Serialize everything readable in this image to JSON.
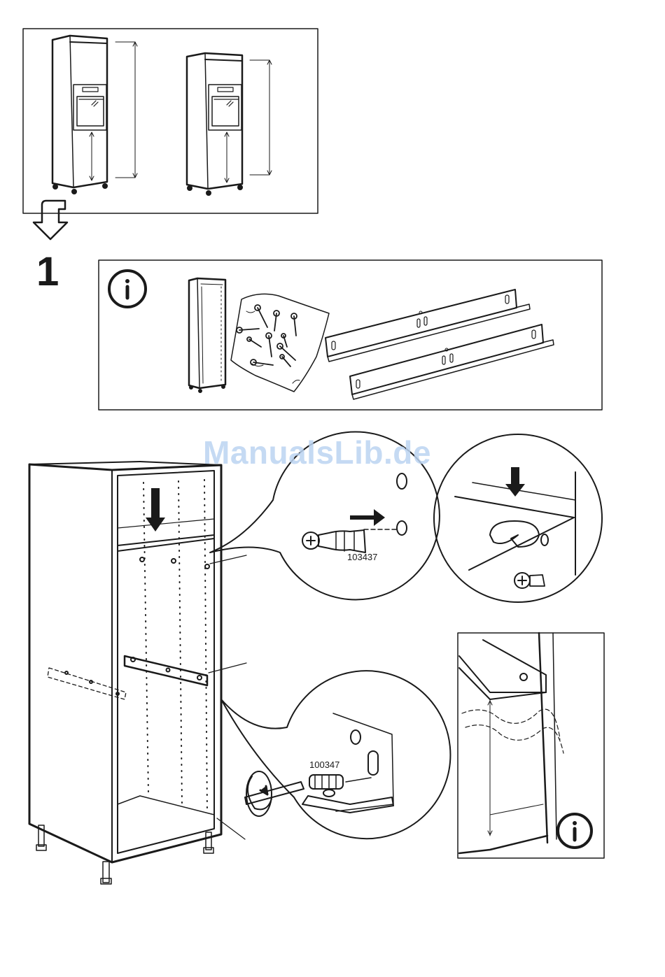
{
  "step": {
    "number": "1"
  },
  "watermark": {
    "text": "ManualsLib.de"
  },
  "parts": {
    "dowel_code": "103437",
    "screw_code": "100347"
  },
  "icons": {
    "info": "info-icon",
    "arrow_down": "arrow-down-icon",
    "rotate": "rotate-icon"
  },
  "colors": {
    "ink": "#1a1a1a",
    "watermark": "#bcd4f2"
  }
}
